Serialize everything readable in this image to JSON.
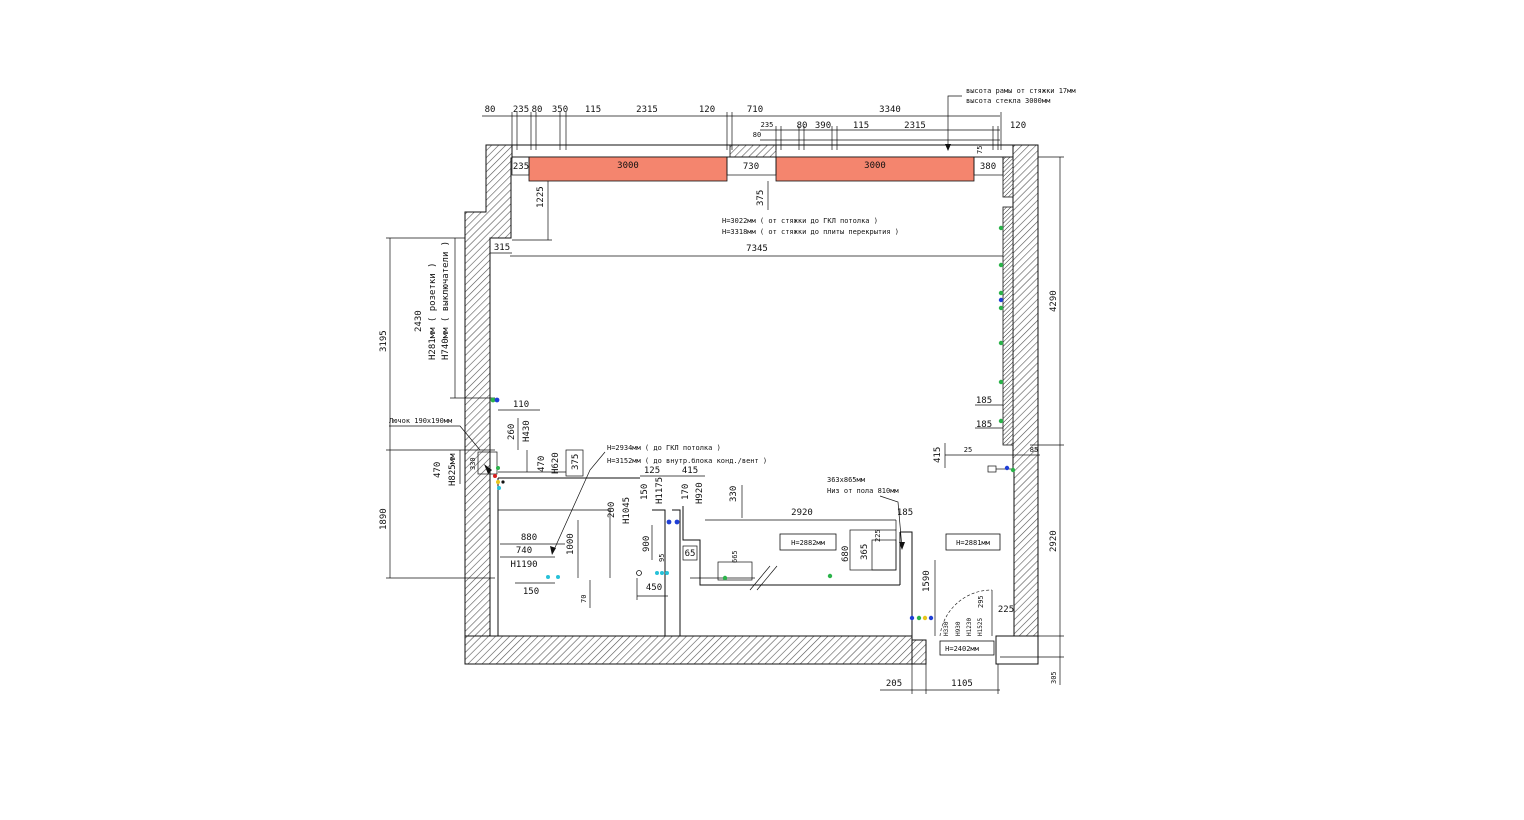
{
  "colors": {
    "wall_hatch": "#555555",
    "window": "#f4856e",
    "socket_green": "#2bb34a",
    "socket_blue": "#1f3fd6",
    "pipe_cyan": "#27c1d8",
    "red": "#d92020",
    "yellow": "#e8c51a"
  },
  "notes": {
    "frame_height_line1": "высота рамы от стяжки 17мм",
    "frame_height_line2": "высота стекла 3000мм",
    "ceiling_line1": "H=3022мм ( от стяжки до ГКЛ потолка )",
    "ceiling_line2": "H=3318мм ( от стяжки до плиты перекрытия )",
    "left_wall_line1": "2430",
    "left_wall_line2": "H281мм ( розетки )",
    "left_wall_line3": "H740мм ( выключатели )",
    "hatch_note": "Лючок 190х190мм",
    "ac_line1": "H=2934мм ( до ГКЛ потолка )",
    "ac_line2": "H=3152мм ( до внутр.блока конд./вент )",
    "box_line1": "363х865мм",
    "box_line2": "Низ от пола 810мм"
  },
  "windows": [
    "3000",
    "3000"
  ],
  "boxes": {
    "h1": "H=2882мм",
    "h2": "H=2881мм",
    "h3": "H=2402мм"
  },
  "dims": {
    "top1": [
      "80",
      "235",
      "80",
      "350",
      "115",
      "2315",
      "120",
      "710",
      "3340"
    ],
    "top2": [
      "235",
      "80",
      "80",
      "390",
      "115",
      "2315",
      "120"
    ],
    "top3": [
      "235",
      "730",
      "380",
      "75"
    ],
    "misc": {
      "d1225": "1225",
      "d375": "375",
      "d315": "315",
      "d7345": "7345",
      "d3195": "3195",
      "d1890": "1890",
      "d4290": "4290",
      "d2920r": "2920",
      "d305": "305",
      "d205": "205",
      "d1105": "1105",
      "d185a": "185",
      "d185b": "185",
      "d415a": "415",
      "d25": "25",
      "d85": "85",
      "d110": "110",
      "d260": "260",
      "dH430": "H430",
      "d330a": "330",
      "d470a": "470",
      "dH825": "H825мм",
      "d470b": "470",
      "dH620": "H620",
      "d375b": "375",
      "d125": "125",
      "d415b": "415",
      "d150a": "150",
      "dH1175": "H1175",
      "d170": "170",
      "dH920": "H920",
      "d330b": "330",
      "d200": "200",
      "dH1045": "H1045",
      "d2920": "2920",
      "d185c": "185",
      "d880": "880",
      "d740": "740",
      "dH1190": "H1190",
      "d1000": "1000",
      "d900": "900",
      "d95": "95",
      "d65": "65",
      "d665": "665",
      "d680": "680",
      "d365": "365",
      "d225a": "225",
      "d1590": "1590",
      "d150b": "150",
      "d70": "70",
      "d450": "450",
      "d295": "295",
      "d225b": "225",
      "dH330": "H330",
      "dH930": "H930",
      "dH1230": "H1230",
      "dH1525": "H1525"
    }
  }
}
